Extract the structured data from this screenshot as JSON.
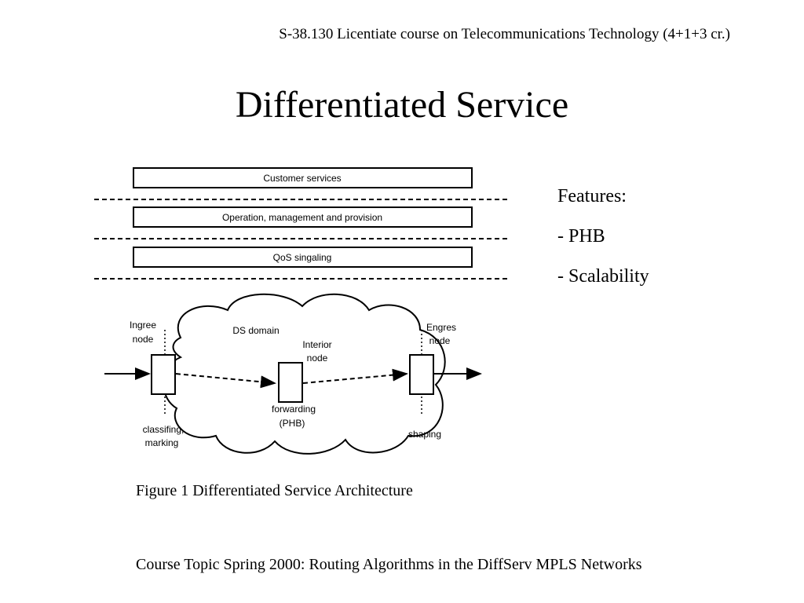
{
  "header": {
    "course": "S-38.130 Licentiate course on Telecommunications Technology (4+1+3 cr.)"
  },
  "title": "Differentiated Service",
  "diagram": {
    "layers": [
      "Customer services",
      "Operation, management and provision",
      "QoS singaling"
    ],
    "domain_label": "DS domain",
    "ingress_label_line1": "Ingree",
    "ingress_label_line2": "node",
    "egress_label_line1": "Engres",
    "egress_label_line2": "node",
    "interior_label_line1": "Interior",
    "interior_label_line2": "node",
    "forwarding_line1": "forwarding",
    "forwarding_line2": "(PHB)",
    "classify_line1": "classifing,",
    "classify_line2": "marking",
    "shaping": "shaping"
  },
  "features": {
    "heading": "Features:",
    "items": [
      "- PHB",
      "- Scalability"
    ]
  },
  "caption": "Figure 1 Differentiated Service Architecture",
  "footer": "Course Topic Spring 2000: Routing Algorithms in the DiffServ MPLS Networks"
}
